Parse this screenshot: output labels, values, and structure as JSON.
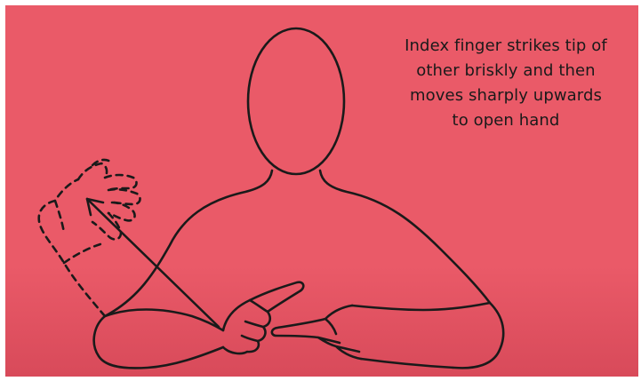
{
  "caption": {
    "lines": [
      "Index finger strikes tip of",
      "other briskly and then",
      "moves sharply upwards",
      "to open hand"
    ]
  },
  "colors": {
    "background": "#ea5a68",
    "ink": "#1a1a1a"
  },
  "illustration": {
    "subject": "person-signing",
    "motion": "upward-arrow",
    "end_state": "open-hand-dashed"
  }
}
